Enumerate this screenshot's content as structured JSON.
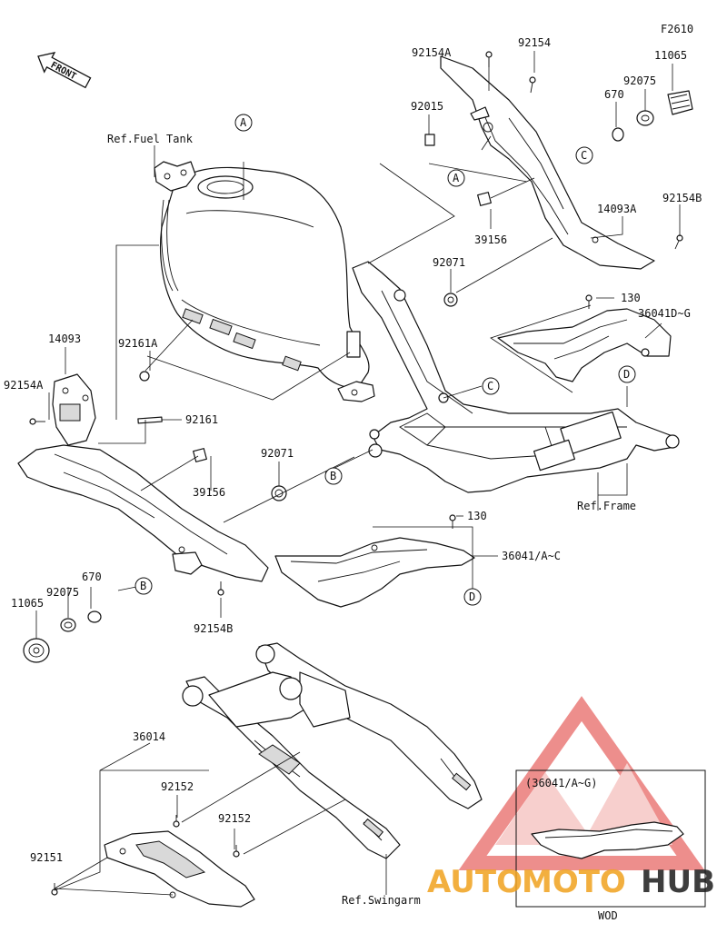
{
  "figure_code": "F2610",
  "front_label": "FRONT",
  "refs": {
    "fuel_tank": "Ref.Fuel Tank",
    "frame": "Ref.Frame",
    "swingarm": "Ref.Swingarm"
  },
  "callouts": [
    "A",
    "B",
    "C",
    "D"
  ],
  "parts": {
    "p92154A_top": "92154A",
    "p92154_top": "92154",
    "p11065_right": "11065",
    "p92075_right": "92075",
    "p670_right": "670",
    "p92015": "92015",
    "p14093A": "14093A",
    "p92154B_right": "92154B",
    "p39156_right": "39156",
    "p92071_mid": "92071",
    "p130_upper": "130",
    "p36041D_G": "36041D~G",
    "p14093": "14093",
    "p92154A_left": "92154A",
    "p92161A": "92161A",
    "p92161": "92161",
    "p92071_left": "92071",
    "p39156_left": "39156",
    "p130_lower": "130",
    "p36041A_C": "36041/A~C",
    "p670_left": "670",
    "p92075_left": "92075",
    "p11065_left": "11065",
    "p92154B_left": "92154B",
    "p36014": "36014",
    "p92152_a": "92152",
    "p92152_b": "92152",
    "p92151": "92151"
  },
  "inset": {
    "title": "(36041/A~G)",
    "caption": "WOD"
  },
  "watermark": {
    "part1": "AUTO",
    "part2": "MOTO",
    "part3": "HUB"
  },
  "colors": {
    "watermark_red": "#e0322f",
    "watermark_orange": "#f0a21e",
    "watermark_dark": "#1c1c1c",
    "line": "#111111"
  }
}
